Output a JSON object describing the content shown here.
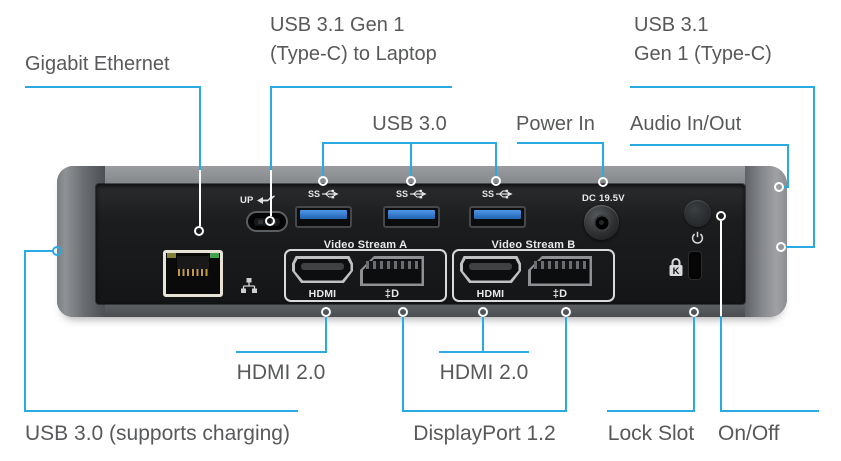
{
  "colors": {
    "accent": "#29ABE2",
    "label_text": "#58595B",
    "usb_port_blue": "#2F7FD6"
  },
  "callouts": {
    "gigabit_ethernet": "Gigabit Ethernet",
    "usb31_to_laptop_line1": "USB 3.1 Gen 1",
    "usb31_to_laptop_line2": "(Type-C) to Laptop",
    "usb30": "USB 3.0",
    "power_in": "Power In",
    "usb31_typec_line1": "USB 3.1",
    "usb31_typec_line2": "Gen 1 (Type-C)",
    "audio": "Audio In/Out",
    "hdmi_a": "HDMI 2.0",
    "hdmi_b": "HDMI 2.0",
    "usb30_charging": "USB 3.0 (supports charging)",
    "displayport": "DisplayPort 1.2",
    "lock_slot": "Lock Slot",
    "on_off": "On/Off"
  },
  "device": {
    "upstream_label": "UP",
    "superspeed_label": "SS",
    "dc_power_label": "DC 19.5V",
    "video_stream_a": "Video Stream A",
    "video_stream_b": "Video Stream B",
    "hdmi_port_label": "HDMI",
    "dp_port_logo": "‡D",
    "kensington_letter": "K"
  }
}
